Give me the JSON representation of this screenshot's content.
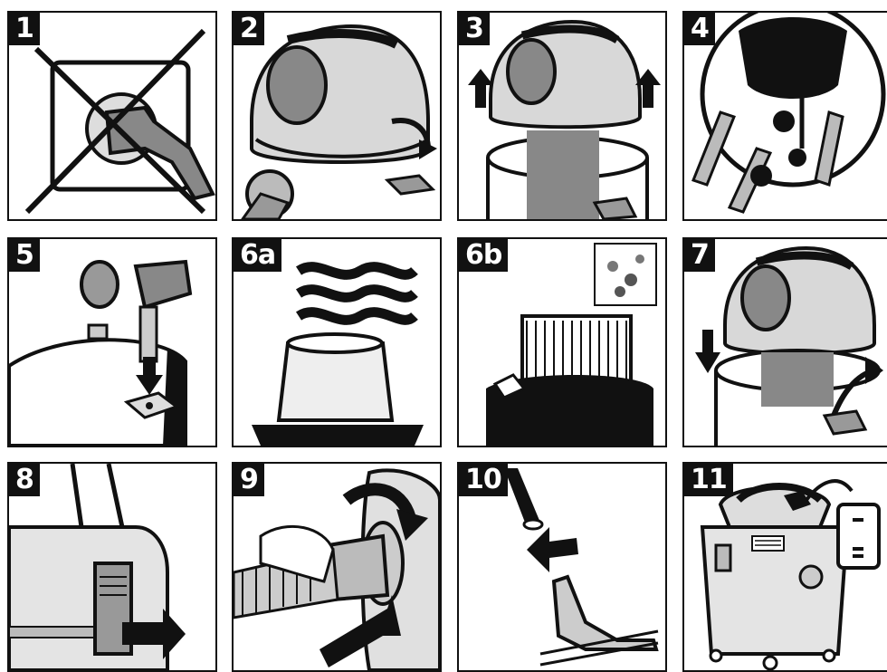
{
  "steps": [
    {
      "label": "1",
      "icon": "unplug-icon"
    },
    {
      "label": "2",
      "icon": "release-latch-icon"
    },
    {
      "label": "3",
      "icon": "lift-head-icon"
    },
    {
      "label": "4",
      "icon": "float-cage-icon"
    },
    {
      "label": "5",
      "icon": "attach-float-icon"
    },
    {
      "label": "6a",
      "icon": "wet-filter-icon"
    },
    {
      "label": "6b",
      "icon": "dry-filter-icon"
    },
    {
      "label": "7",
      "icon": "replace-head-icon"
    },
    {
      "label": "8",
      "icon": "close-latch-icon"
    },
    {
      "label": "9",
      "icon": "connect-hose-icon"
    },
    {
      "label": "10",
      "icon": "attach-nozzle-icon"
    },
    {
      "label": "11",
      "icon": "ready-vacuum-icon"
    }
  ]
}
